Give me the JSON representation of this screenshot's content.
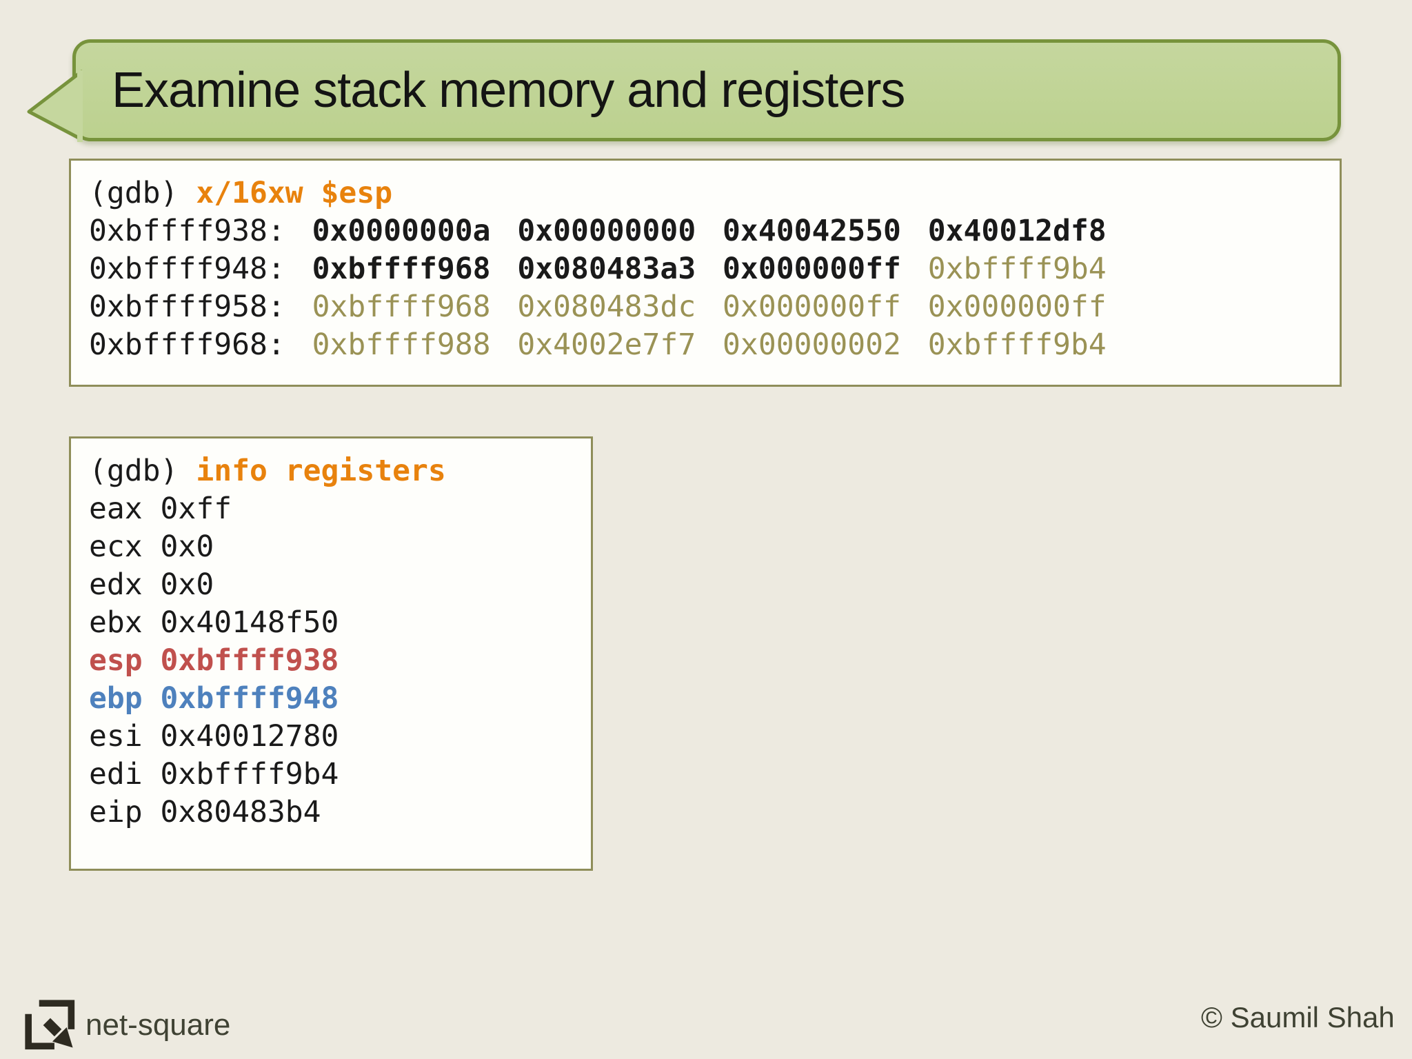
{
  "title": {
    "text": "Examine stack memory and registers"
  },
  "colors": {
    "background": "#EDEAE0",
    "bubble_fill": "#C5D79E",
    "bubble_fill_dark": "#BCD18F",
    "bubble_border": "#77933C",
    "box_border": "#8F8E5A",
    "box_bg": "#FEFEFB",
    "command_orange": "#E8820D",
    "stale_olive": "#9A9255",
    "esp_red": "#C0504D",
    "ebp_blue": "#4E81BD",
    "text_dark": "#1A1A1A",
    "footer_text": "#3F4233",
    "logo_stroke": "#2E2B21"
  },
  "memory_panel": {
    "prompt": "(gdb)",
    "command": "x/16xw $esp",
    "rows": [
      {
        "address": "0xbffff938:",
        "values": [
          "0x0000000a",
          "0x00000000",
          "0x40042550",
          "0x40012df8"
        ],
        "tones": [
          "fresh",
          "fresh",
          "fresh",
          "fresh"
        ]
      },
      {
        "address": "0xbffff948:",
        "values": [
          "0xbffff968",
          "0x080483a3",
          "0x000000ff",
          "0xbffff9b4"
        ],
        "tones": [
          "fresh",
          "fresh",
          "fresh",
          "stale"
        ]
      },
      {
        "address": "0xbffff958:",
        "values": [
          "0xbffff968",
          "0x080483dc",
          "0x000000ff",
          "0x000000ff"
        ],
        "tones": [
          "stale",
          "stale",
          "stale",
          "stale"
        ]
      },
      {
        "address": "0xbffff968:",
        "values": [
          "0xbffff988",
          "0x4002e7f7",
          "0x00000002",
          "0xbffff9b4"
        ],
        "tones": [
          "stale",
          "stale",
          "stale",
          "stale"
        ]
      }
    ]
  },
  "registers_panel": {
    "prompt": "(gdb)",
    "command": "info registers",
    "registers": [
      {
        "name": "eax",
        "value": "0xff",
        "tone": "default"
      },
      {
        "name": "ecx",
        "value": "0x0",
        "tone": "default"
      },
      {
        "name": "edx",
        "value": "0x0",
        "tone": "default"
      },
      {
        "name": "ebx",
        "value": "0x40148f50",
        "tone": "default"
      },
      {
        "name": "esp",
        "value": "0xbffff938",
        "tone": "red"
      },
      {
        "name": "ebp",
        "value": "0xbffff948",
        "tone": "blue"
      },
      {
        "name": "esi",
        "value": "0x40012780",
        "tone": "default"
      },
      {
        "name": "edi",
        "value": "0xbffff9b4",
        "tone": "default"
      },
      {
        "name": "eip",
        "value": "0x80483b4",
        "tone": "default"
      }
    ]
  },
  "footer": {
    "brand": "net-square",
    "copyright": "© Saumil Shah",
    "logo_icon": "net-square-logo"
  }
}
